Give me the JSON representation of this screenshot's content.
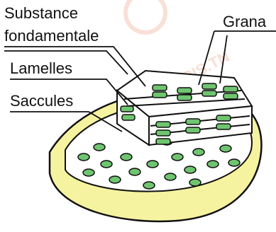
{
  "labels": {
    "substance_line1": "Substance",
    "substance_line2": "fondamentale",
    "grana": "Grana",
    "lamelles": "Lamelles",
    "saccules": "Saccules"
  },
  "watermark": "TAPRIS.TN",
  "colors": {
    "outer_fill": "#f6f3a0",
    "inner_fill": "#ffffff",
    "granum_fill": "#6fc56f",
    "stroke": "#111111",
    "watermark": "#f3c7b8"
  }
}
